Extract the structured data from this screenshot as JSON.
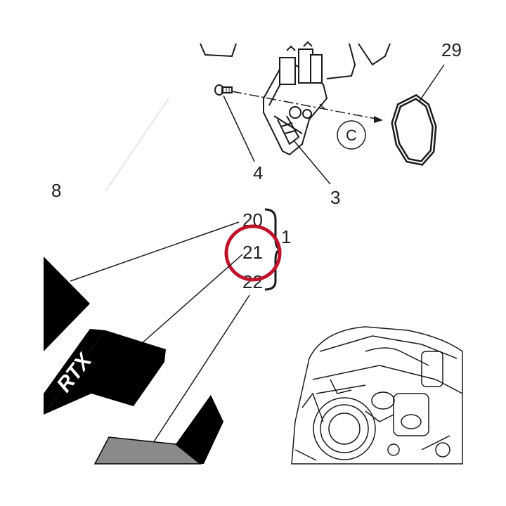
{
  "diagram": {
    "callouts": {
      "c29": "29",
      "c4": "4",
      "c3": "3",
      "c8": "8",
      "c20": "20",
      "c21": "21",
      "c22": "22",
      "c1": "1"
    },
    "view_marker": "C",
    "decal_text": "RTX",
    "colors": {
      "line": "#1a1a1a",
      "highlight_ring": "#c0122a",
      "decal_black": "#000000",
      "decal_gray": "#8a8a8a"
    },
    "icons": {
      "fuel_pump": "fuel-pump-module-drawing",
      "gasket": "gasket-ring-drawing",
      "screw": "screw-drawing",
      "engine": "engine-drawing"
    }
  }
}
